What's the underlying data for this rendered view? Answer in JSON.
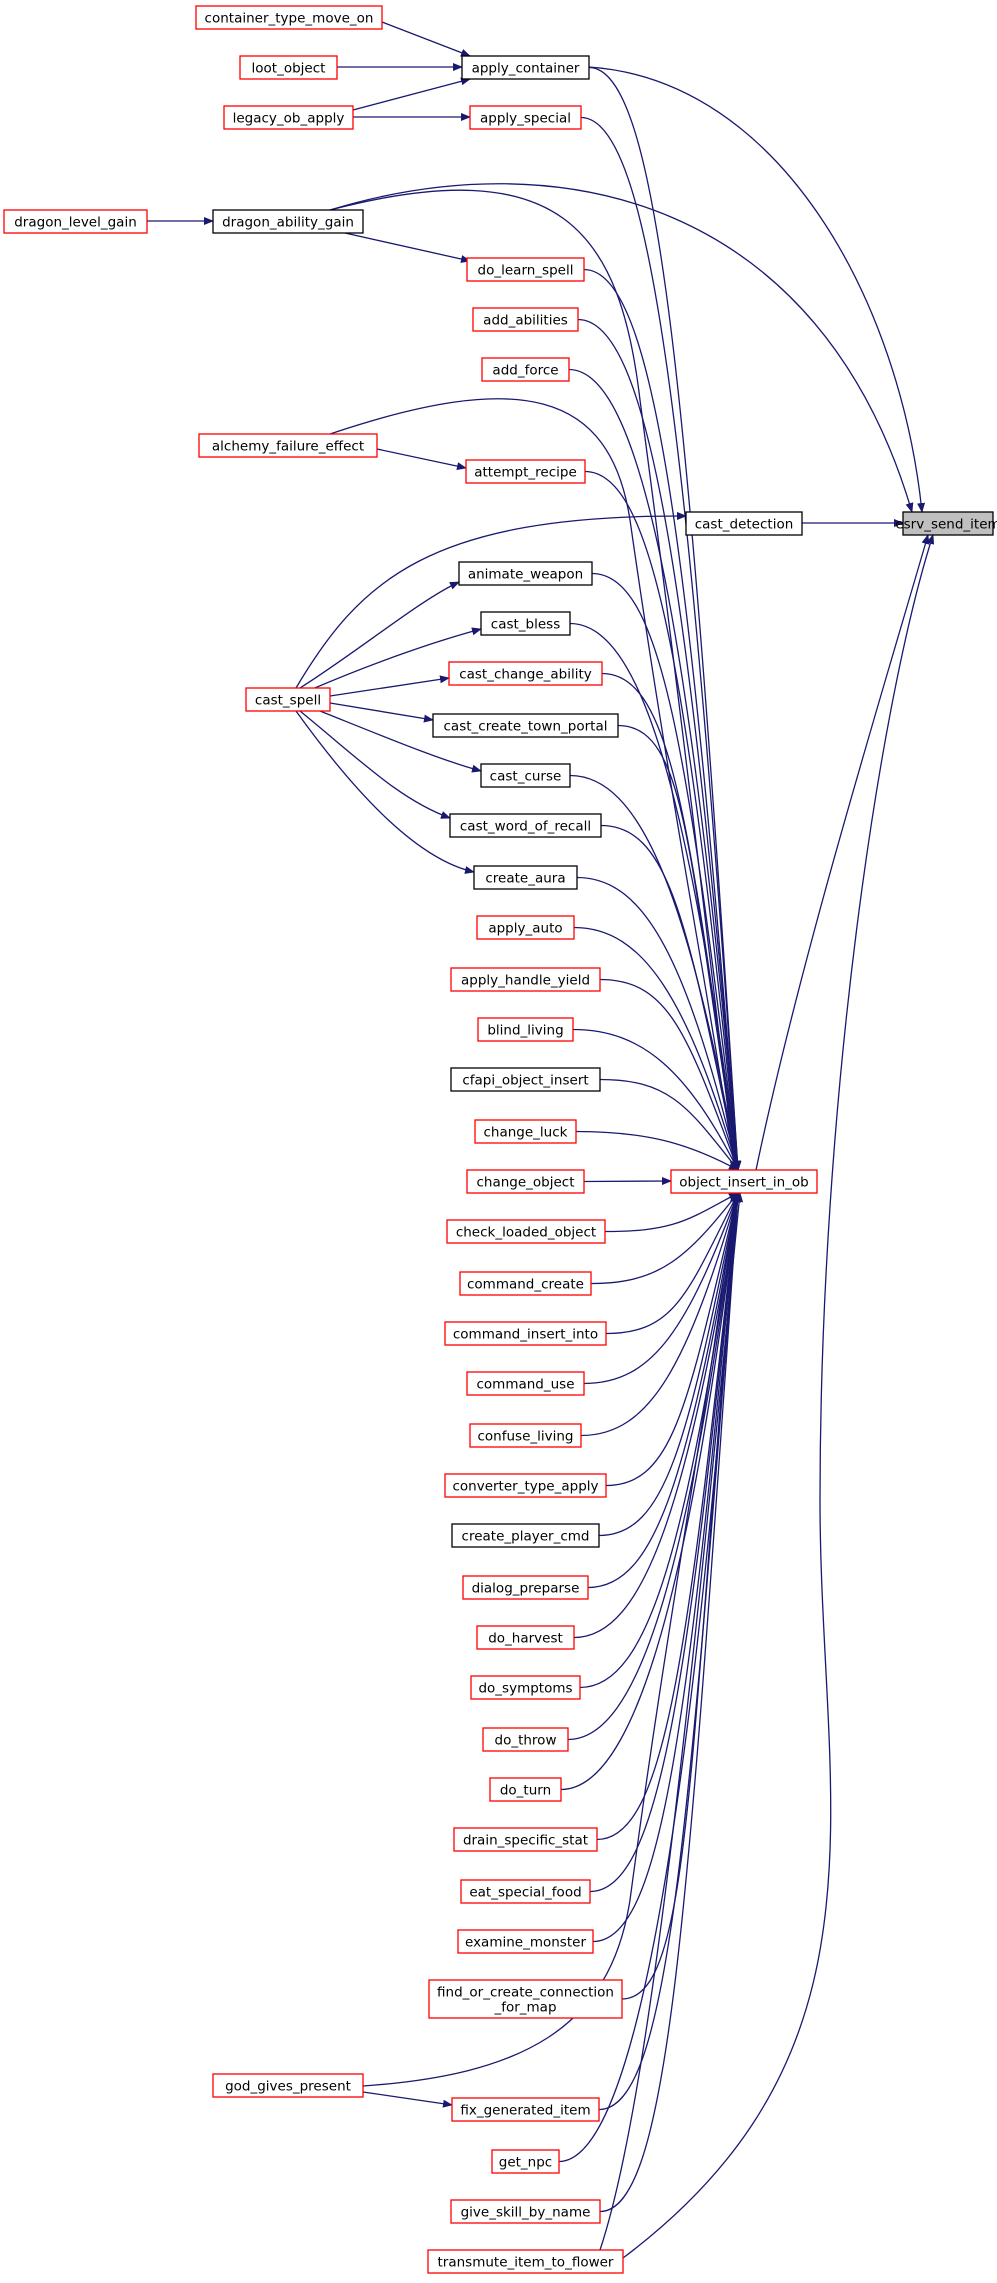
{
  "graph": {
    "colors": {
      "edge": "#191970",
      "red_border": "#ff0000",
      "black_border": "#000000",
      "highlight_fill": "#bfbfbf",
      "fill": "#ffffff"
    },
    "nodes": [
      {
        "id": "esrv_send_item",
        "label": [
          "esrv_send_item"
        ],
        "border": "black",
        "highlight": true
      },
      {
        "id": "cast_detection",
        "label": [
          "cast_detection"
        ],
        "border": "black"
      },
      {
        "id": "object_insert_in_ob",
        "label": [
          "object_insert_in_ob"
        ],
        "border": "red"
      },
      {
        "id": "apply_container",
        "label": [
          "apply_container"
        ],
        "border": "black"
      },
      {
        "id": "container_type_move_on",
        "label": [
          "container_type_move_on"
        ],
        "border": "red"
      },
      {
        "id": "loot_object",
        "label": [
          "loot_object"
        ],
        "border": "red"
      },
      {
        "id": "legacy_ob_apply",
        "label": [
          "legacy_ob_apply"
        ],
        "border": "red"
      },
      {
        "id": "apply_special",
        "label": [
          "apply_special"
        ],
        "border": "red"
      },
      {
        "id": "dragon_level_gain",
        "label": [
          "dragon_level_gain"
        ],
        "border": "red"
      },
      {
        "id": "dragon_ability_gain",
        "label": [
          "dragon_ability_gain"
        ],
        "border": "black"
      },
      {
        "id": "do_learn_spell",
        "label": [
          "do_learn_spell"
        ],
        "border": "red"
      },
      {
        "id": "add_abilities",
        "label": [
          "add_abilities"
        ],
        "border": "red"
      },
      {
        "id": "add_force",
        "label": [
          "add_force"
        ],
        "border": "red"
      },
      {
        "id": "alchemy_failure_effect",
        "label": [
          "alchemy_failure_effect"
        ],
        "border": "red"
      },
      {
        "id": "attempt_recipe",
        "label": [
          "attempt_recipe"
        ],
        "border": "red"
      },
      {
        "id": "cast_spell",
        "label": [
          "cast_spell"
        ],
        "border": "red"
      },
      {
        "id": "animate_weapon",
        "label": [
          "animate_weapon"
        ],
        "border": "black"
      },
      {
        "id": "cast_bless",
        "label": [
          "cast_bless"
        ],
        "border": "black"
      },
      {
        "id": "cast_change_ability",
        "label": [
          "cast_change_ability"
        ],
        "border": "red"
      },
      {
        "id": "cast_create_town_portal",
        "label": [
          "cast_create_town_portal"
        ],
        "border": "black"
      },
      {
        "id": "cast_curse",
        "label": [
          "cast_curse"
        ],
        "border": "black"
      },
      {
        "id": "cast_word_of_recall",
        "label": [
          "cast_word_of_recall"
        ],
        "border": "black"
      },
      {
        "id": "create_aura",
        "label": [
          "create_aura"
        ],
        "border": "black"
      },
      {
        "id": "apply_auto",
        "label": [
          "apply_auto"
        ],
        "border": "red"
      },
      {
        "id": "apply_handle_yield",
        "label": [
          "apply_handle_yield"
        ],
        "border": "red"
      },
      {
        "id": "blind_living",
        "label": [
          "blind_living"
        ],
        "border": "red"
      },
      {
        "id": "cfapi_object_insert",
        "label": [
          "cfapi_object_insert"
        ],
        "border": "black"
      },
      {
        "id": "change_luck",
        "label": [
          "change_luck"
        ],
        "border": "red"
      },
      {
        "id": "change_object",
        "label": [
          "change_object"
        ],
        "border": "red"
      },
      {
        "id": "check_loaded_object",
        "label": [
          "check_loaded_object"
        ],
        "border": "red"
      },
      {
        "id": "command_create",
        "label": [
          "command_create"
        ],
        "border": "red"
      },
      {
        "id": "command_insert_into",
        "label": [
          "command_insert_into"
        ],
        "border": "red"
      },
      {
        "id": "command_use",
        "label": [
          "command_use"
        ],
        "border": "red"
      },
      {
        "id": "confuse_living",
        "label": [
          "confuse_living"
        ],
        "border": "red"
      },
      {
        "id": "converter_type_apply",
        "label": [
          "converter_type_apply"
        ],
        "border": "red"
      },
      {
        "id": "create_player_cmd",
        "label": [
          "create_player_cmd"
        ],
        "border": "black"
      },
      {
        "id": "dialog_preparse",
        "label": [
          "dialog_preparse"
        ],
        "border": "red"
      },
      {
        "id": "do_harvest",
        "label": [
          "do_harvest"
        ],
        "border": "red"
      },
      {
        "id": "do_symptoms",
        "label": [
          "do_symptoms"
        ],
        "border": "red"
      },
      {
        "id": "do_throw",
        "label": [
          "do_throw"
        ],
        "border": "red"
      },
      {
        "id": "do_turn",
        "label": [
          "do_turn"
        ],
        "border": "red"
      },
      {
        "id": "drain_specific_stat",
        "label": [
          "drain_specific_stat"
        ],
        "border": "red"
      },
      {
        "id": "eat_special_food",
        "label": [
          "eat_special_food"
        ],
        "border": "red"
      },
      {
        "id": "examine_monster",
        "label": [
          "examine_monster"
        ],
        "border": "red"
      },
      {
        "id": "find_or_create_connection_for_map",
        "label": [
          "find_or_create_connection",
          "_for_map"
        ],
        "border": "red"
      },
      {
        "id": "god_gives_present",
        "label": [
          "god_gives_present"
        ],
        "border": "red"
      },
      {
        "id": "fix_generated_item",
        "label": [
          "fix_generated_item"
        ],
        "border": "red"
      },
      {
        "id": "get_npc",
        "label": [
          "get_npc"
        ],
        "border": "red"
      },
      {
        "id": "give_skill_by_name",
        "label": [
          "give_skill_by_name"
        ],
        "border": "red"
      },
      {
        "id": "transmute_item_to_flower",
        "label": [
          "transmute_item_to_flower"
        ],
        "border": "red"
      }
    ],
    "edges": [
      [
        "apply_container",
        "esrv_send_item"
      ],
      [
        "dragon_ability_gain",
        "esrv_send_item"
      ],
      [
        "cast_detection",
        "esrv_send_item"
      ],
      [
        "object_insert_in_ob",
        "esrv_send_item"
      ],
      [
        "transmute_item_to_flower",
        "esrv_send_item"
      ],
      [
        "container_type_move_on",
        "apply_container"
      ],
      [
        "loot_object",
        "apply_container"
      ],
      [
        "legacy_ob_apply",
        "apply_container"
      ],
      [
        "legacy_ob_apply",
        "apply_special"
      ],
      [
        "dragon_level_gain",
        "dragon_ability_gain"
      ],
      [
        "dragon_ability_gain",
        "do_learn_spell"
      ],
      [
        "alchemy_failure_effect",
        "attempt_recipe"
      ],
      [
        "cast_spell",
        "cast_detection"
      ],
      [
        "cast_spell",
        "animate_weapon"
      ],
      [
        "cast_spell",
        "cast_bless"
      ],
      [
        "cast_spell",
        "cast_change_ability"
      ],
      [
        "cast_spell",
        "cast_create_town_portal"
      ],
      [
        "cast_spell",
        "cast_curse"
      ],
      [
        "cast_spell",
        "cast_word_of_recall"
      ],
      [
        "cast_spell",
        "create_aura"
      ],
      [
        "god_gives_present",
        "fix_generated_item"
      ],
      [
        "apply_container",
        "object_insert_in_ob"
      ],
      [
        "apply_special",
        "object_insert_in_ob"
      ],
      [
        "dragon_ability_gain",
        "object_insert_in_ob"
      ],
      [
        "do_learn_spell",
        "object_insert_in_ob"
      ],
      [
        "add_abilities",
        "object_insert_in_ob"
      ],
      [
        "add_force",
        "object_insert_in_ob"
      ],
      [
        "alchemy_failure_effect",
        "object_insert_in_ob"
      ],
      [
        "attempt_recipe",
        "object_insert_in_ob"
      ],
      [
        "animate_weapon",
        "object_insert_in_ob"
      ],
      [
        "cast_bless",
        "object_insert_in_ob"
      ],
      [
        "cast_change_ability",
        "object_insert_in_ob"
      ],
      [
        "cast_create_town_portal",
        "object_insert_in_ob"
      ],
      [
        "cast_curse",
        "object_insert_in_ob"
      ],
      [
        "cast_word_of_recall",
        "object_insert_in_ob"
      ],
      [
        "create_aura",
        "object_insert_in_ob"
      ],
      [
        "apply_auto",
        "object_insert_in_ob"
      ],
      [
        "apply_handle_yield",
        "object_insert_in_ob"
      ],
      [
        "blind_living",
        "object_insert_in_ob"
      ],
      [
        "cfapi_object_insert",
        "object_insert_in_ob"
      ],
      [
        "change_luck",
        "object_insert_in_ob"
      ],
      [
        "change_object",
        "object_insert_in_ob"
      ],
      [
        "check_loaded_object",
        "object_insert_in_ob"
      ],
      [
        "command_create",
        "object_insert_in_ob"
      ],
      [
        "command_insert_into",
        "object_insert_in_ob"
      ],
      [
        "command_use",
        "object_insert_in_ob"
      ],
      [
        "confuse_living",
        "object_insert_in_ob"
      ],
      [
        "converter_type_apply",
        "object_insert_in_ob"
      ],
      [
        "create_player_cmd",
        "object_insert_in_ob"
      ],
      [
        "dialog_preparse",
        "object_insert_in_ob"
      ],
      [
        "do_harvest",
        "object_insert_in_ob"
      ],
      [
        "do_symptoms",
        "object_insert_in_ob"
      ],
      [
        "do_throw",
        "object_insert_in_ob"
      ],
      [
        "do_turn",
        "object_insert_in_ob"
      ],
      [
        "drain_specific_stat",
        "object_insert_in_ob"
      ],
      [
        "eat_special_food",
        "object_insert_in_ob"
      ],
      [
        "examine_monster",
        "object_insert_in_ob"
      ],
      [
        "find_or_create_connection_for_map",
        "object_insert_in_ob"
      ],
      [
        "god_gives_present",
        "object_insert_in_ob"
      ],
      [
        "fix_generated_item",
        "object_insert_in_ob"
      ],
      [
        "get_npc",
        "object_insert_in_ob"
      ],
      [
        "give_skill_by_name",
        "object_insert_in_ob"
      ],
      [
        "transmute_item_to_flower",
        "object_insert_in_ob"
      ]
    ]
  }
}
